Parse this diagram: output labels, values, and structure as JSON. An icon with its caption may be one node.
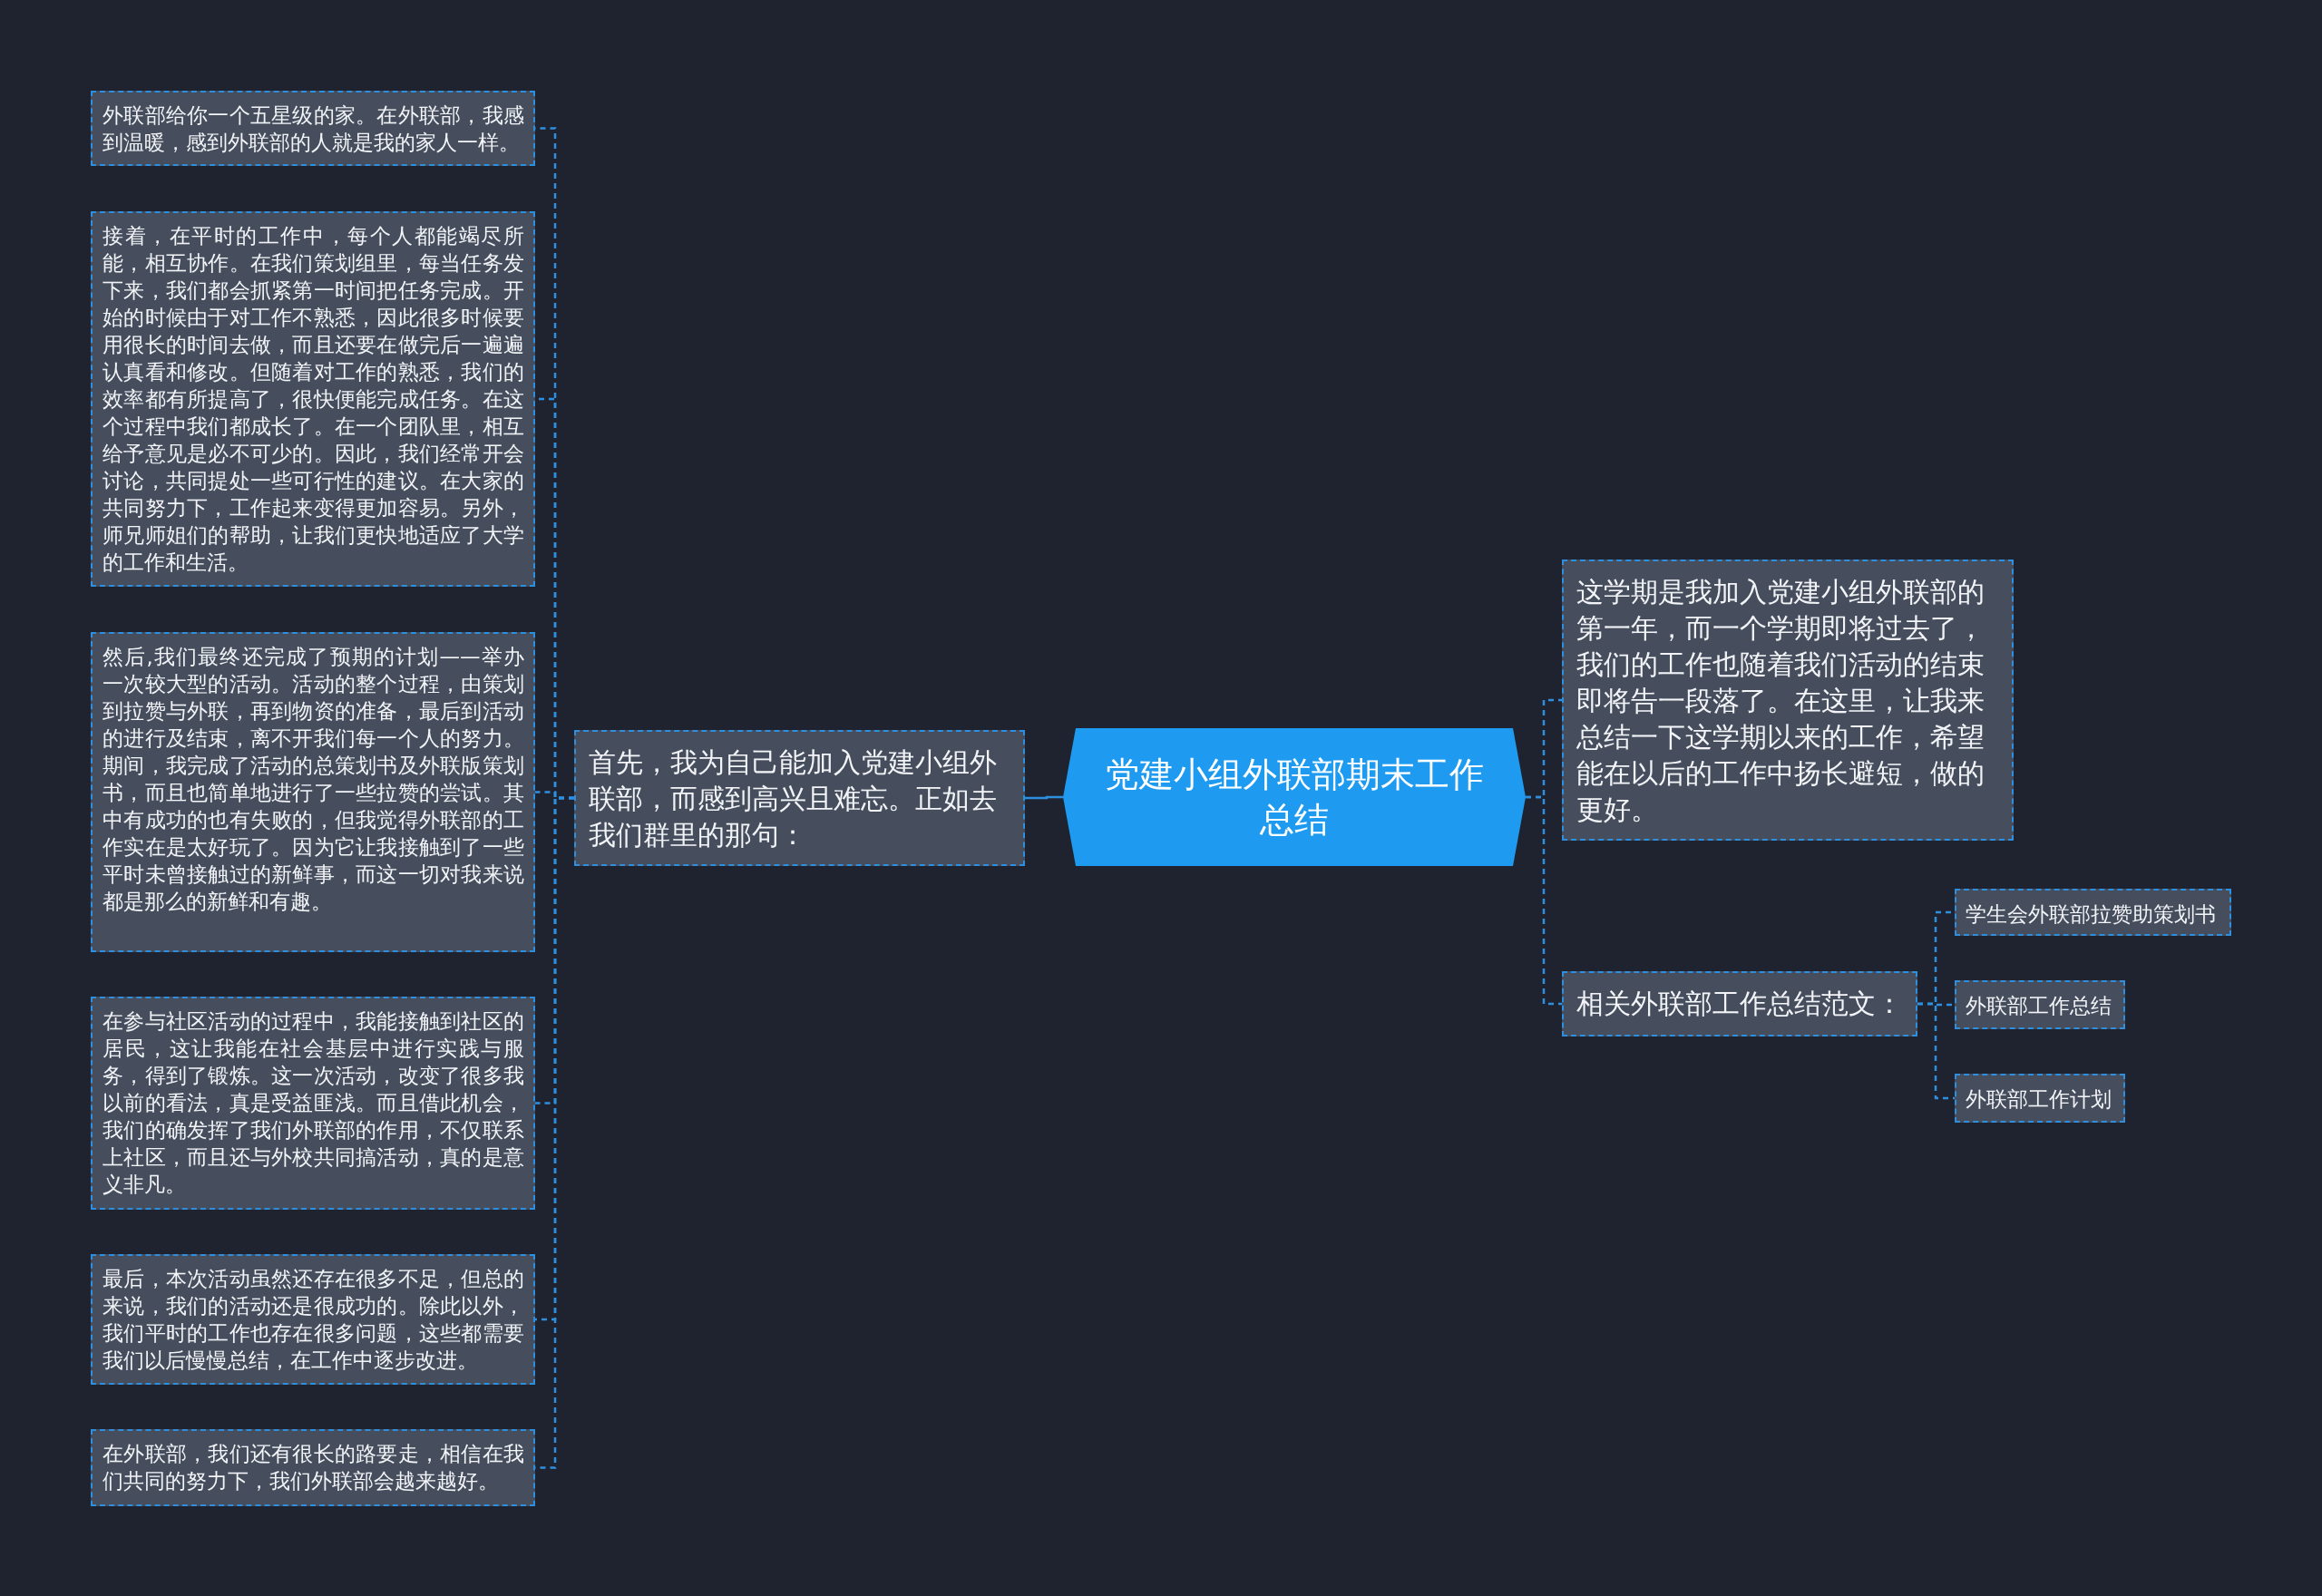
{
  "diagram": {
    "nodes": [
      {
        "text": [
          "党建小组外联部期末工作总结"
        ]
      },
      {
        "text": [
          "首先，我为自己能加入党建小组外联部，而感到高兴且难忘。正如去我们群里的那句："
        ]
      },
      {
        "text": [
          "外联部给你一个五星级的家。在外联部，我感到温暖，感到外联部的人就是我的家人一样。"
        ]
      },
      {
        "text": [
          "接着，在平时的工作中，每个人都能竭尽所能，相互协作。在我们策划组里，每当任务发下来，我们都会抓紧第一时间把任务完成。开始的时候由于对工作不熟悉，因此很多时候要用很长的时间去做，而且还要在做完后一遍遍认真看和修改。但随着对工作的熟悉，我们的效率都有所提高了，很快便能完成任务。在这个过程中我们都成长了。在一个团队里，相互给予意见是必不可少的。因此，我们经常开会讨论，共同提处一些可行性的建议。在大家的共同努力下，工作起来变得更加容易。另外，师兄师姐们的帮助，让我们更快地适应了大学的工作和生活。"
        ]
      },
      {
        "text": [
          "然后,我们最终还完成了预期的计划——举办一次较大型的活动。活动的整个过程，由策划到拉赞与外联，再到物资的准备，最后到活动的进行及结束，离不开我们每一个人的努力。期间，我完成了活动的总策划书及外联版策划书，而且也简单地进行了一些拉赞的尝试。其中有成功的也有失败的，但我觉得外联部的工作实在是太好玩了。因为它让我接触到了一些平时未曾接触过的新鲜事，而这一切对我来说都是那么的新鲜和有趣。"
        ]
      },
      {
        "text": [
          "在参与社区活动的过程中，我能接触到社区的居民，这让我能在社会基层中进行实践与服务，得到了锻炼。这一次活动，改变了很多我以前的看法，真是受益匪浅。而且借此机会，我们的确发挥了我们外联部的作用，不仅联系上社区，而且还与外校共同搞活动，真的是意义非凡。"
        ]
      },
      {
        "text": [
          "最后，本次活动虽然还存在很多不足，但总的来说，我们的活动还是很成功的。除此以外，我们平时的工作也存在很多问题，这些都需要我们以后慢慢总结，在工作中逐步改进。"
        ]
      },
      {
        "text": [
          "在外联部，我们还有很长的路要走，相信在我们共同的努力下，我们外联部会越来越好。"
        ]
      },
      {
        "text": [
          "这学期是我加入党建小组外联部的第一年，而一个学期即将过去了，我们的工作也随着我们活动的结束即将告一段落了。在这里，让我来总结一下这学期以来的工作，希望能在以后的工作中扬长避短，做的更好。"
        ]
      },
      {
        "text": [
          "相关外联部工作总结范文："
        ]
      },
      {
        "text": [
          "学生会外联部拉赞助策划书"
        ]
      },
      {
        "text": [
          "外联部工作总结"
        ]
      },
      {
        "text": [
          "外联部工作计划"
        ]
      }
    ],
    "edges": [
      {
        "from": 0,
        "to": 1,
        "arrow": "none"
      },
      {
        "from": 1,
        "to": 2,
        "arrow": "none",
        "style": "dashed"
      },
      {
        "from": 1,
        "to": 3,
        "arrow": "none",
        "style": "dashed"
      },
      {
        "from": 1,
        "to": 4,
        "arrow": "none",
        "style": "dashed"
      },
      {
        "from": 1,
        "to": 5,
        "arrow": "none",
        "style": "dashed"
      },
      {
        "from": 1,
        "to": 6,
        "arrow": "none",
        "style": "dashed"
      },
      {
        "from": 1,
        "to": 7,
        "arrow": "none",
        "style": "dashed"
      },
      {
        "from": 0,
        "to": 8,
        "arrow": "none",
        "style": "dashed"
      },
      {
        "from": 0,
        "to": 9,
        "arrow": "none",
        "style": "dashed"
      },
      {
        "from": 9,
        "to": 10,
        "arrow": "none",
        "style": "dashed"
      },
      {
        "from": 9,
        "to": 11,
        "arrow": "none",
        "style": "dashed"
      },
      {
        "from": 9,
        "to": 12,
        "arrow": "none",
        "style": "dashed"
      }
    ]
  }
}
